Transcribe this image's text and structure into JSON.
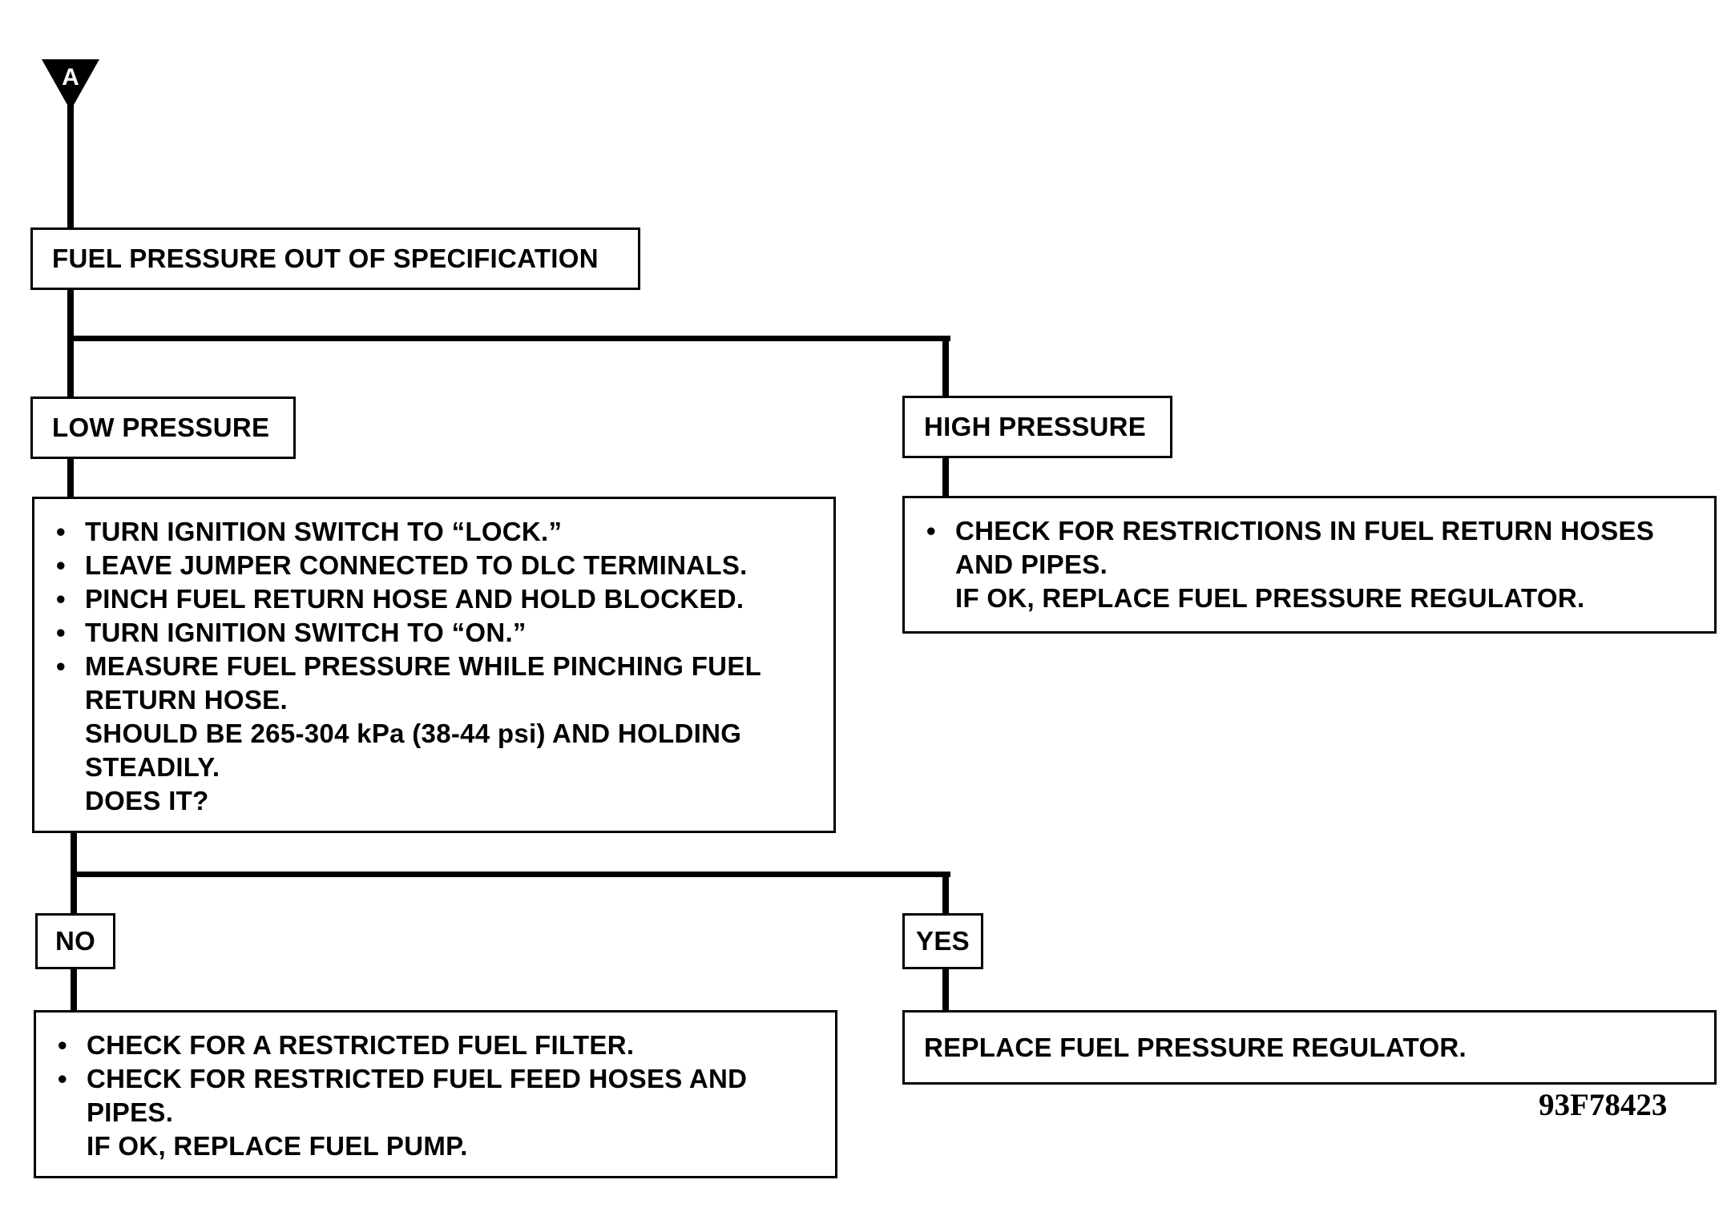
{
  "start_marker": {
    "label": "A"
  },
  "root": {
    "text": "FUEL PRESSURE OUT OF SPECIFICATION"
  },
  "branch_low": {
    "text": "LOW PRESSURE"
  },
  "branch_high": {
    "text": "HIGH PRESSURE"
  },
  "low_steps": {
    "bullets": [
      {
        "lines": [
          "TURN IGNITION SWITCH TO “LOCK.”"
        ]
      },
      {
        "lines": [
          "LEAVE JUMPER CONNECTED TO DLC TERMINALS."
        ]
      },
      {
        "lines": [
          "PINCH FUEL RETURN HOSE AND HOLD BLOCKED."
        ]
      },
      {
        "lines": [
          "TURN IGNITION SWITCH TO “ON.”"
        ]
      },
      {
        "lines": [
          "MEASURE FUEL PRESSURE WHILE PINCHING FUEL",
          "RETURN HOSE.",
          "SHOULD BE 265-304 kPa (38-44 psi) AND HOLDING",
          "STEADILY.",
          "DOES IT?"
        ]
      }
    ]
  },
  "high_steps": {
    "bullets": [
      {
        "lines": [
          "CHECK FOR RESTRICTIONS IN FUEL RETURN HOSES",
          "AND PIPES.",
          "IF OK, REPLACE FUEL PRESSURE REGULATOR."
        ]
      }
    ]
  },
  "answer_no": {
    "text": "NO"
  },
  "answer_yes": {
    "text": "YES"
  },
  "no_steps": {
    "bullets": [
      {
        "lines": [
          "CHECK FOR A RESTRICTED FUEL FILTER."
        ]
      },
      {
        "lines": [
          "CHECK FOR RESTRICTED FUEL FEED HOSES AND",
          "PIPES.",
          "IF OK, REPLACE FUEL PUMP."
        ]
      }
    ]
  },
  "yes_steps": {
    "text": "REPLACE FUEL PRESSURE REGULATOR."
  },
  "figure_code": "93F78423",
  "bullet_glyph": "•"
}
